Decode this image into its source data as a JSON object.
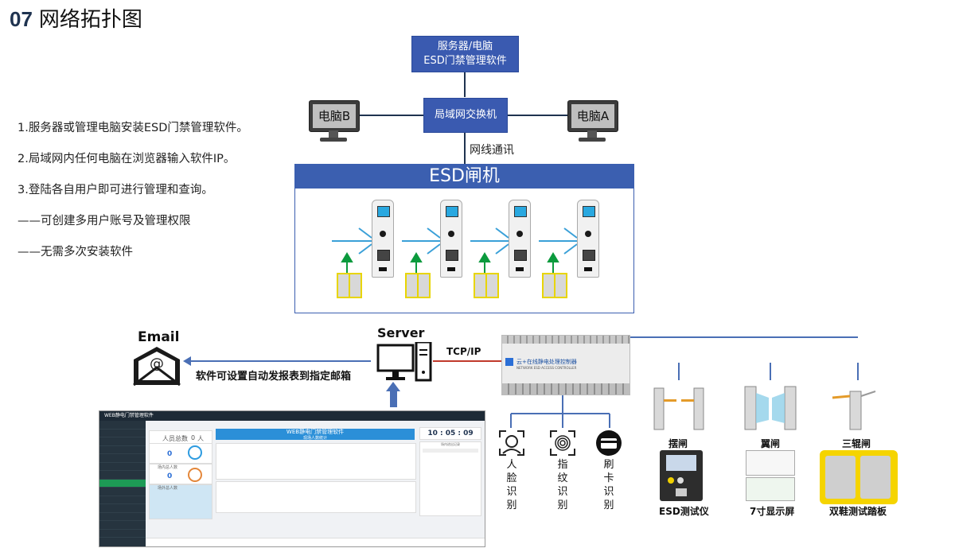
{
  "header": {
    "number": "07",
    "title": "网络拓扑图"
  },
  "top_diagram": {
    "server_line1": "服务器/电脑",
    "server_line2": "ESD门禁管理软件",
    "switch": "局域网交换机",
    "pc_left": "电脑B",
    "pc_right": "电脑A",
    "link": "网线通讯",
    "gate_title": "ESD闸机"
  },
  "bullets": [
    "1.服务器或管理电脑安装ESD门禁管理软件。",
    "2.局域网内任何电脑在浏览器输入软件IP。",
    "3.登陆各自用户即可进行管理和查询。",
    "——可创建多用户账号及管理权限",
    "——无需多次安装软件"
  ],
  "bottom_diagram": {
    "email": "Email",
    "server": "Server",
    "tcp": "TCP/IP",
    "auto_report": "软件可设置自动发报表到指定邮箱",
    "controller_name": "云+在线静电处理控制器",
    "controller_sub": "NETWORK ESD ACCESS CONTROLLER",
    "readers": [
      {
        "label": "人脸识别",
        "icon": "face-icon"
      },
      {
        "label": "指纹识别",
        "icon": "fingerprint-icon"
      },
      {
        "label": "刷卡识别",
        "icon": "card-icon"
      }
    ],
    "gates": [
      "摆闸",
      "翼闸",
      "三辊闸"
    ],
    "devices": [
      "ESD测试仪",
      "7寸显示屏",
      "双鞋测试踏板"
    ]
  },
  "app_screen": {
    "window_title": "WEB静电门禁管理软件",
    "banner": "WEB静电门禁管理软件",
    "banner_sub": "现场人数统计",
    "total_label": "人员总数",
    "total_value": "0",
    "total_unit": "人",
    "inside_label": "场内总人数",
    "inside_value": "0",
    "outside_label": "场外总人数",
    "clock": "10 : 05 : 09",
    "log_title": "场内进出记录"
  },
  "colors": {
    "blue_box": "#3a5ab0",
    "gate_header": "#3b5fb0",
    "pad_yellow": "#e8d500",
    "arrow_green": "#0b9a3d",
    "line_red": "#c0392b"
  }
}
